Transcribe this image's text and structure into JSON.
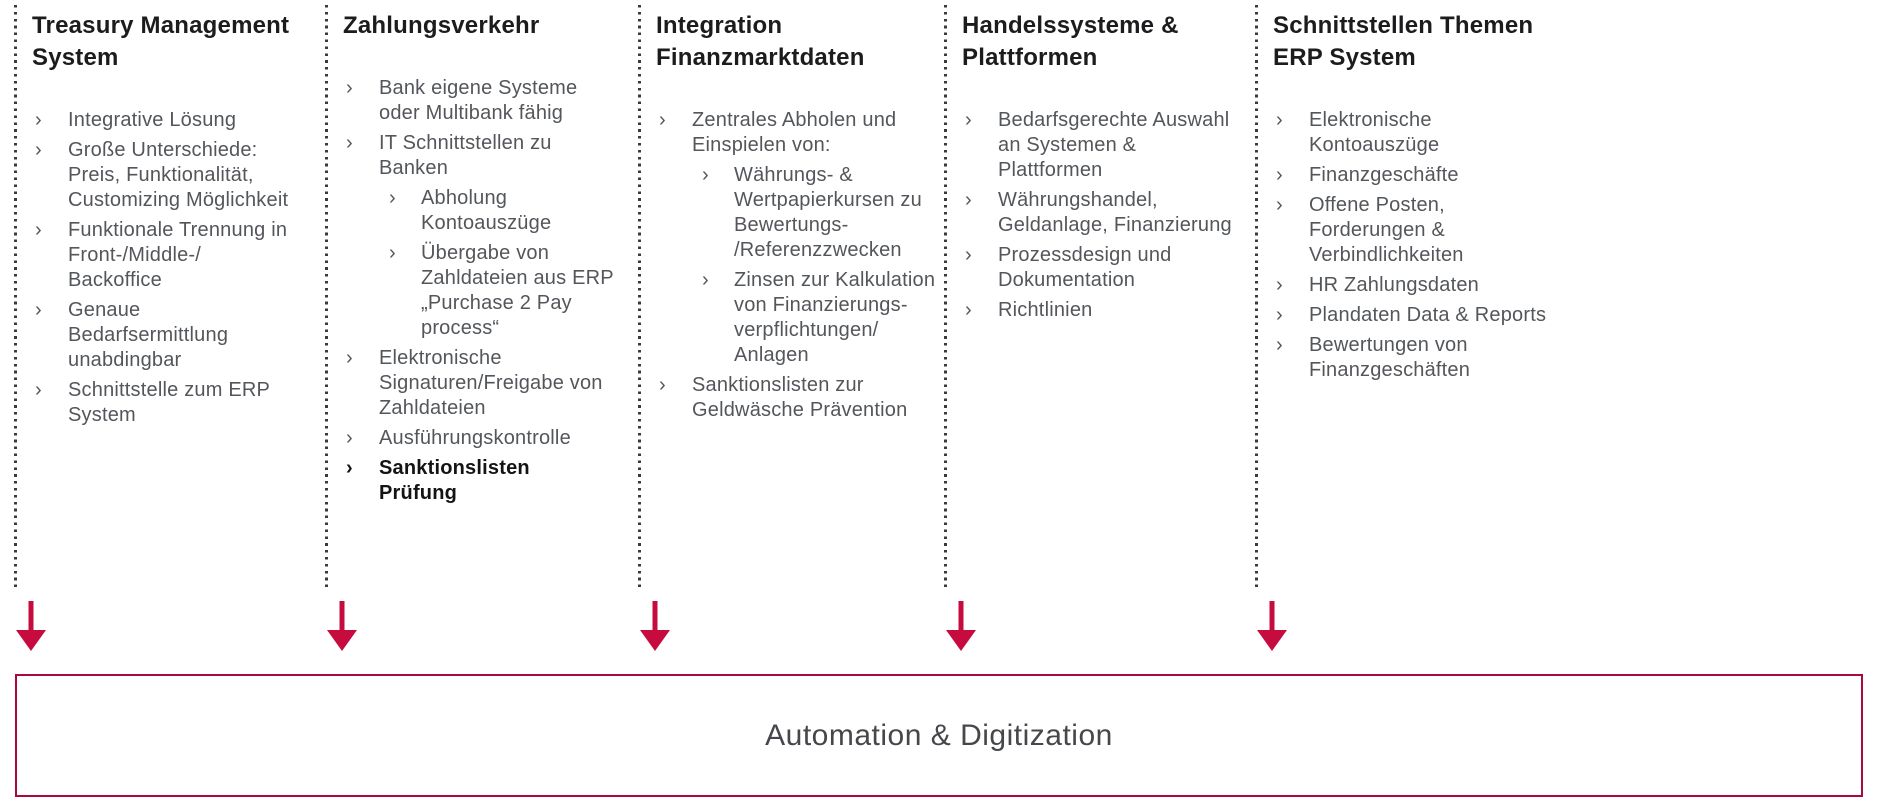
{
  "bullet_char": "›",
  "colors": {
    "arrow": "#C60C3E",
    "banner_border": "#A80A3C",
    "banner_text": "#45474B",
    "heading": "#1C1C1E",
    "body": "#53565A",
    "dots": "#3A3A3A"
  },
  "columns": [
    {
      "title": "Treasury Management System",
      "items": [
        {
          "level": 1,
          "text": "Integrative Lösung"
        },
        {
          "level": 1,
          "text": "Große Unterschiede: Preis, Funktionalität, Customizing Möglichkeit"
        },
        {
          "level": 1,
          "text": "Funktionale Trennung in Front-/Middle-/ Backoffice"
        },
        {
          "level": 1,
          "text": "Genaue Bedarfsermittlung unabdingbar"
        },
        {
          "level": 1,
          "text": "Schnittstelle zum ERP System"
        }
      ]
    },
    {
      "title": "Zahlungsverkehr",
      "items": [
        {
          "level": 1,
          "text": "Bank eigene Systeme oder Multibank fähig"
        },
        {
          "level": 1,
          "text": "IT Schnittstellen zu Banken"
        },
        {
          "level": 2,
          "text": "Abholung Kontoauszüge"
        },
        {
          "level": 2,
          "text": "Übergabe von Zahldateien aus ERP „Purchase 2 Pay process“"
        },
        {
          "level": 1,
          "text": "Elektronische Signaturen/Freigabe von Zahldateien"
        },
        {
          "level": 1,
          "text": "Ausführungskontrolle"
        },
        {
          "level": 1,
          "text": "Sanktionslisten Prüfung",
          "bold": true
        }
      ]
    },
    {
      "title": "Integration Finanzmarktdaten",
      "items": [
        {
          "level": 1,
          "text": "Zentrales Abholen und Einspielen von:"
        },
        {
          "level": 2,
          "text": "Währungs- & Wertpapierkursen zu Bewertungs- /Referenzzwecken"
        },
        {
          "level": 2,
          "text": "Zinsen zur Kalkulation von Finanzierungs- verpflichtungen/ Anlagen"
        },
        {
          "level": 1,
          "text": "Sanktionslisten zur Geldwäsche Prävention"
        }
      ]
    },
    {
      "title": "Handelssysteme & Plattformen",
      "items": [
        {
          "level": 1,
          "text": "Bedarfsgerechte Auswahl an Systemen & Plattformen"
        },
        {
          "level": 1,
          "text": "Währungshandel, Geldanlage, Finanzierung"
        },
        {
          "level": 1,
          "text": "Prozessdesign und Dokumentation"
        },
        {
          "level": 1,
          "text": "Richtlinien"
        }
      ]
    },
    {
      "title": "Schnittstellen Themen ERP System",
      "items": [
        {
          "level": 1,
          "text": "Elektronische Kontoauszüge"
        },
        {
          "level": 1,
          "text": "Finanzgeschäfte"
        },
        {
          "level": 1,
          "text": "Offene Posten, Forderungen & Verbindlichkeiten"
        },
        {
          "level": 1,
          "text": "HR Zahlungsdaten"
        },
        {
          "level": 1,
          "text": "Plandaten Data & Reports"
        },
        {
          "level": 1,
          "text": "Bewertungen von Finanzgeschäften"
        }
      ]
    }
  ],
  "banner": {
    "label": "Automation & Digitization"
  }
}
